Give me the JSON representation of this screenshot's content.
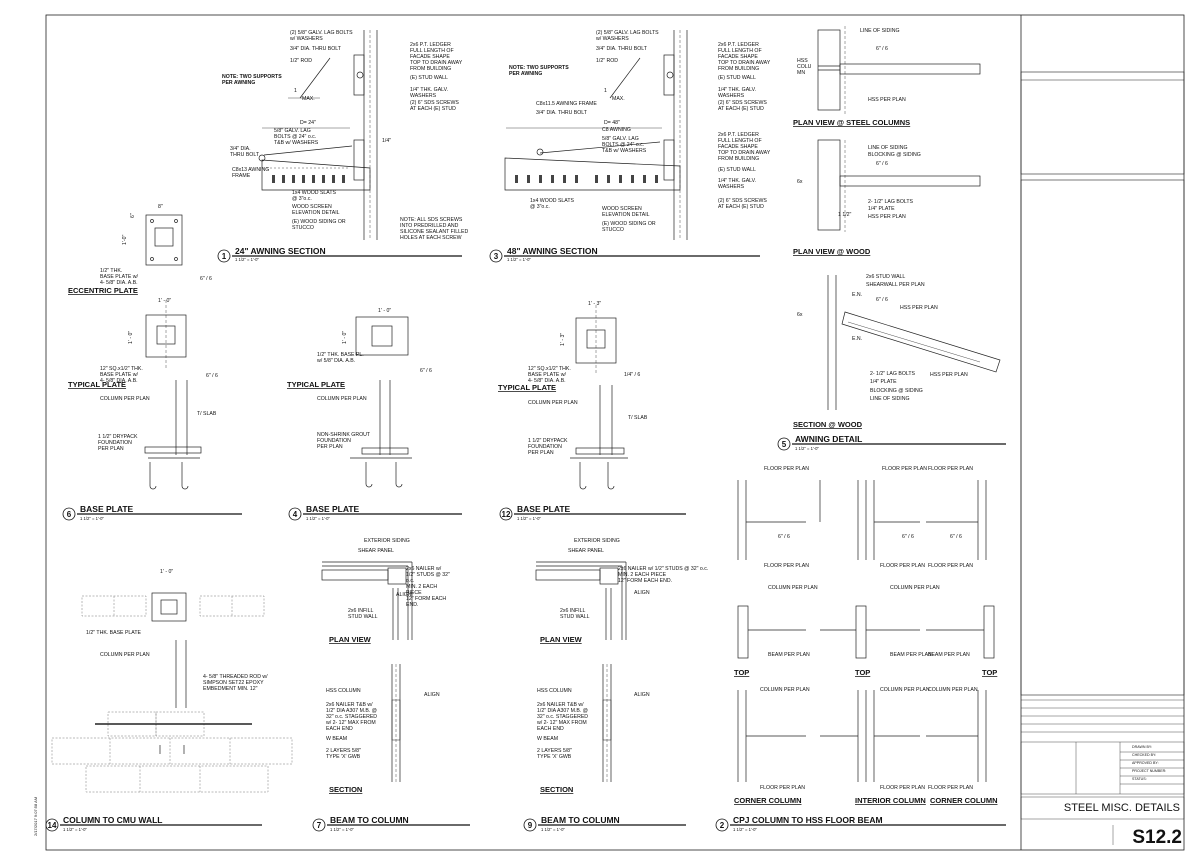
{
  "titleblock": {
    "sheet_title": "STEEL MISC. DETAILS",
    "sheet_number": "S12.2",
    "rows": [
      "DRAWN BY:",
      "CHECKED BY:",
      "APPROVED BY:",
      "PROJECT NUMBER:",
      "STATUS:"
    ]
  },
  "side_text": "2/17/2017 9:07:58 AM",
  "details": {
    "d1": {
      "num": "1",
      "title": "24\" AWNING SECTION",
      "scale": "1 1/2\" = 1'-0\"",
      "notes": [
        "(2) 5/8\" GALV. LAG BOLTS",
        "w/ WASHERS",
        "3/4\" DIA. THRU BOLT",
        "1/2\" ROD",
        "NOTE: TWO SUPPORTS",
        "PER AWNING",
        "1",
        "MAX.",
        "2x6 P.T. LEDGER",
        "FULL LENGTH OF",
        "FACADE SHAPE",
        "TOP TO DRAIN AWAY",
        "FROM BUILDING",
        "(E) STUD WALL",
        "1/4\" THK. GALV.",
        "WASHERS",
        "(2) 6\" SDS SCREWS",
        "AT EACH (E) STUD",
        "D= 24\"",
        "5/8\" GALV. LAG",
        "BOLTS @ 24\" o.c.",
        "T&B w/ WASHERS",
        "3/4\" DIA.",
        "THRU BOLT",
        "C8x13 AWNING",
        "FRAME",
        "1x4 WOOD SLATS",
        "@ 3\"o.c.",
        "WOOD SCREEN",
        "ELEVATION DETAIL",
        "(E) WOOD SIDING OR",
        "STUCCO",
        "NOTE: ALL SDS SCREWS",
        "INTO PREDRILLED AND",
        "SILICONE SEALANT FILLED",
        "HOLES AT EACH SCREW",
        "1/4\""
      ]
    },
    "d3": {
      "num": "3",
      "title": "48\" AWNING SECTION",
      "scale": "1 1/2\" = 1'-0\"",
      "notes": [
        "(2) 5/8\" GALV. LAG BOLTS",
        "w/ WASHERS",
        "3/4\" DIA. THRU BOLT",
        "1/2\" ROD",
        "NOTE: TWO SUPPORTS",
        "PER AWNING",
        "1",
        "MAX.",
        "2x6 P.T. LEDGER",
        "FULL LENGTH OF",
        "FACADE SHAPE",
        "TOP TO DRAIN AWAY",
        "FROM BUILDING",
        "(E) STUD WALL",
        "1/4\" THK. GALV.",
        "WASHERS",
        "(2) 6\" SDS SCREWS",
        "AT EACH (E) STUD",
        "C8x11.5 AWNING FRAME",
        "3/4\" DIA. THRU BOLT",
        "D= 48\"",
        "C8 AWNING",
        "5/8\" GALV. LAG",
        "BOLTS @ 24\" o.c.",
        "T&B w/ WASHERS",
        "1x4 WOOD SLATS",
        "@ 3\"o.c.",
        "WOOD SCREEN",
        "ELEVATION DETAIL",
        "(E) WOOD SIDING OR",
        "STUCCO"
      ]
    },
    "d5": {
      "num": "5",
      "title": "AWNING DETAIL",
      "scale": "1 1/2\" = 1'-0\"",
      "labels": [
        "PLAN VIEW @ STEEL COLUMNS",
        "PLAN VIEW @ WOOD",
        "SECTION @ WOOD"
      ],
      "notes": [
        "LINE OF SIDING",
        "6\" / 6",
        "HSS",
        "COLU",
        "MN",
        "HSS PER PLAN",
        "LINE OF SIDING",
        "BLOCKING @ SIDING",
        "6x",
        "6\" / 6",
        "2- 1/2\" LAG BOLTS",
        "1/4\" PLATE",
        "HSS PER PLAN",
        "1 1/2\"",
        "2x6 STUD WALL",
        "SHEARWALL PER PLAN",
        "E.N.",
        "HSS PER PLAN",
        "6\" / 6",
        "6x",
        "E.N.",
        "HSS PER PLAN",
        "2- 1/2\" LAG BOLTS",
        "1/4\" PLATE",
        "BLOCKING @ SIDING",
        "LINE OF SIDING"
      ]
    },
    "ecc": {
      "title": "ECCENTRIC PLATE",
      "notes": [
        "8\"",
        "1'-0\"",
        "6\"",
        "1/2\" THK.",
        "BASE PLATE w/",
        "4- 5/8\" DIA. A.B.",
        "6\" / 6"
      ]
    },
    "d6": {
      "num": "6",
      "title": "BASE PLATE",
      "scale": "1 1/2\" = 1'-0\"",
      "sub": "TYPICAL PLATE",
      "notes": [
        "1' - 0\"",
        "1' - 0\"",
        "12\" SQ.x1/2\" THK.",
        "BASE PLATE w/",
        "4- 5/8\" DIA. A.B.",
        "6\" / 6",
        "COLUMN PER PLAN",
        "T/ SLAB",
        "1 1/2\" DRYPACK",
        "FOUNDATION",
        "PER PLAN"
      ]
    },
    "d4": {
      "num": "4",
      "title": "BASE PLATE",
      "scale": "1 1/2\" = 1'-0\"",
      "sub": "TYPICAL PLATE",
      "notes": [
        "1' - 0\"",
        "1' - 0\"",
        "1/2\" THK. BASE PL.",
        "w/ 5/8\" DIA. A.B.",
        "6\" / 6",
        "COLUMN PER PLAN",
        "NON-SHRINK GROUT",
        "FOUNDATION",
        "PER PLAN"
      ]
    },
    "d12": {
      "num": "12",
      "title": "BASE PLATE",
      "scale": "1 1/2\" = 1'-0\"",
      "sub": "TYPICAL PLATE",
      "notes": [
        "1' - 3\"",
        "1' - 3\"",
        "12\" SQ.x1/2\" THK.",
        "BASE PLATE w/",
        "4- 5/8\" DIA. A.B.",
        "1/4\" / 6",
        "COLUMN PER PLAN",
        "T/ SLAB",
        "1 1/2\" DRYPACK",
        "FOUNDATION",
        "PER PLAN"
      ]
    },
    "d14": {
      "num": "14",
      "title": "COLUMN TO CMU WALL",
      "scale": "1 1/2\" = 1'-0\"",
      "notes": [
        "1' - 0\"",
        "1/2\" THK. BASE PLATE",
        "COLUMN PER PLAN",
        "4- 5/8\" THREADED ROD w/",
        "SIMPSON SET22 EPOXY",
        "EMBEDMENT MIN. 12\""
      ]
    },
    "d7": {
      "num": "7",
      "title": "BEAM TO COLUMN",
      "scale": "1 1/2\" = 1'-0\"",
      "plan": "PLAN VIEW",
      "section": "SECTION",
      "notes": [
        "EXTERIOR SIDING",
        "SHEAR PANEL",
        "2x6 NAILER w/",
        "1/2\" STUDS @ 32\"",
        "o.c.",
        "MIN. 2 EACH",
        "PIECE",
        "12\" FORM EACH",
        "END.",
        "ALIGN",
        "2x6 INFILL",
        "STUD WALL",
        "HSS COLUMN",
        "ALIGN",
        "2x6 NAILER T&B  w/",
        "1/2\" DIA A307 M.B. @",
        "32\" o.c. STAGGERED",
        "w/ 2- 12\" MAX FROM",
        "EACH END",
        "W BEAM",
        "2 LAYERS 5/8\"",
        "TYPE 'X' GWB"
      ]
    },
    "d9": {
      "num": "9",
      "title": "BEAM TO COLUMN",
      "scale": "1 1/2\" = 1'-0\"",
      "plan": "PLAN VIEW",
      "section": "SECTION",
      "notes": [
        "EXTERIOR SIDING",
        "SHEAR PANEL",
        "2x6 NAILER w/ 1/2\" STUDS @ 32\" o.c.",
        "MIN. 2 EACH PIECE",
        "12\" FORM EACH END.",
        "ALIGN",
        "2x6 INFILL",
        "STUD WALL",
        "HSS COLUMN",
        "ALIGN",
        "2x6 NAILER T&B  w/",
        "1/2\" DIA A307 M.B. @",
        "32\" o.c. STAGGERED",
        "w/ 2- 12\" MAX FROM",
        "EACH END",
        "W BEAM",
        "2 LAYERS 5/8\"",
        "TYPE 'X' GWB"
      ]
    },
    "d2": {
      "num": "2",
      "title": "CPJ COLUMN TO HSS FLOOR BEAM",
      "scale": "1 1/2\" = 1'-0\"",
      "labels": [
        "TOP",
        "TOP",
        "TOP",
        "CORNER COLUMN",
        "INTERIOR COLUMN",
        "CORNER COLUMN"
      ],
      "notes": [
        "FLOOR PER PLAN",
        "FLOOR PER PLAN",
        "FLOOR PER PLAN",
        "6\" / 6",
        "6\" / 6",
        "6\" / 6",
        "FLOOR PER PLAN",
        "FLOOR PER PLAN",
        "FLOOR PER PLAN",
        "COLUMN PER PLAN",
        "COLUMN PER PLAN",
        "BEAM PER PLAN",
        "BEAM PER PLAN",
        "BEAM PER PLAN",
        "COLUMN PER PLAN",
        "COLUMN PER PLAN",
        "COLUMN PER PLAN",
        "FLOOR PER PLAN",
        "FLOOR PER PLAN",
        "FLOOR PER PLAN"
      ]
    }
  }
}
